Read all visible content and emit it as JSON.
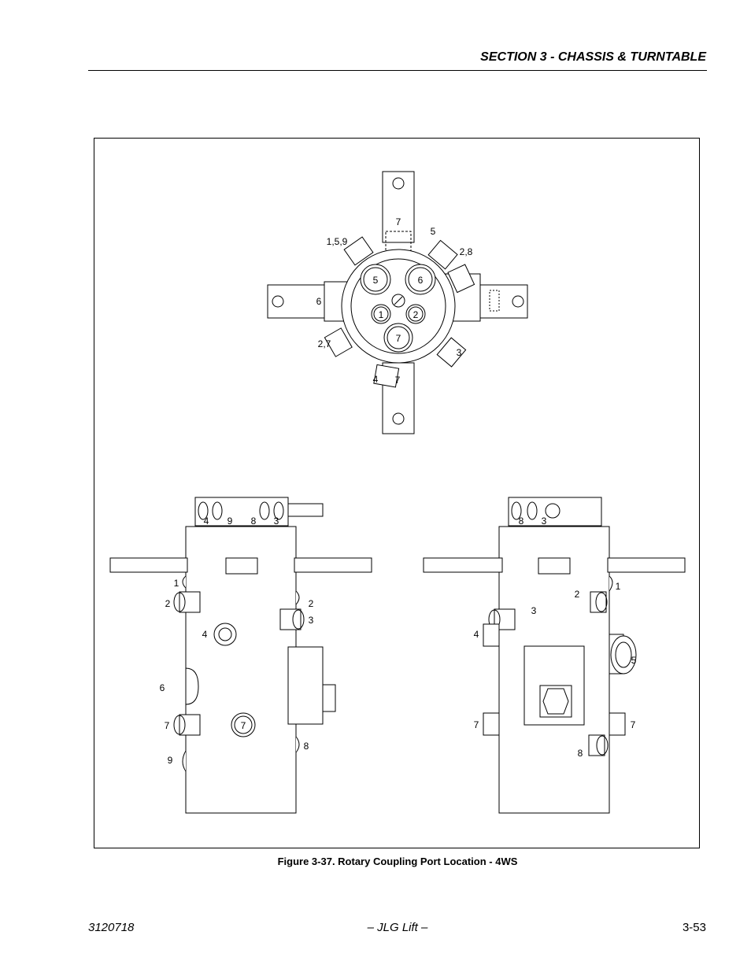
{
  "header": {
    "section_title": "SECTION 3 - CHASSIS & TURNTABLE"
  },
  "figure": {
    "caption": "Figure 3-37.  Rotary Coupling Port Location - 4WS",
    "top_view": {
      "face_ports": [
        "5",
        "6",
        "1",
        "2",
        "7"
      ],
      "callouts": [
        "7",
        "5",
        "1,5,9",
        "2,8",
        "6",
        "2,7",
        "3",
        "4",
        "7"
      ]
    },
    "left_view": {
      "top_ports": [
        "4",
        "9",
        "8",
        "3"
      ],
      "side_callouts": [
        "1",
        "2",
        "2",
        "3",
        "4",
        "6",
        "7",
        "7",
        "8",
        "9"
      ]
    },
    "right_view": {
      "top_ports": [
        "8",
        "3"
      ],
      "side_callouts": [
        "2",
        "1",
        "3",
        "4",
        "5",
        "7",
        "7",
        "8"
      ]
    }
  },
  "footer": {
    "doc_number": "3120718",
    "publisher": "– JLG Lift –",
    "page_number": "3-53"
  }
}
